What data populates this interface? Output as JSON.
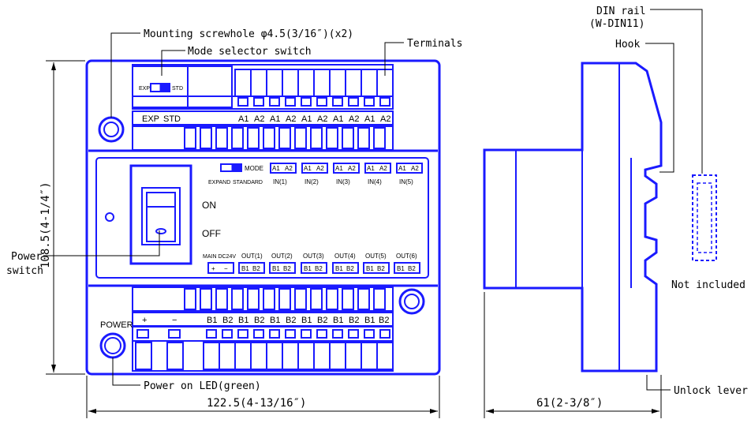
{
  "labels": {
    "mounting": "Mounting screwhole φ4.5(3/16″)(x2)",
    "mode_selector": "Mode selector switch",
    "terminals": "Terminals",
    "din_rail_1": "DIN rail",
    "din_rail_2": "(W-DIN11)",
    "hook": "Hook",
    "not_included": "Not included",
    "unlock_lever": "Unlock lever",
    "power_switch_1": "Power",
    "power_switch_2": "switch",
    "power_led": "Power on LED(green)"
  },
  "dimensions": {
    "width": "122.5(4-13/16″)",
    "height": "108.5(4-1/4″)",
    "depth": "61(2-3/8″)"
  },
  "device": {
    "switch_exp": "EXP",
    "switch_std": "STD",
    "top_exp": "EXP",
    "top_std": "STD",
    "top_terminals": [
      "A1",
      "A2",
      "A1",
      "A2",
      "A1",
      "A2",
      "A1",
      "A2",
      "A1",
      "A2"
    ],
    "mode": "MODE",
    "expand": "EXPAND",
    "standard": "STANDARD",
    "inputs": [
      "IN(1)",
      "IN(2)",
      "IN(3)",
      "IN(4)",
      "IN(5)"
    ],
    "in_pair": [
      "A1",
      "A2"
    ],
    "on": "ON",
    "off": "OFF",
    "main_dc24v": "MAIN DC24V",
    "outputs": [
      "OUT(1)",
      "OUT(2)",
      "OUT(3)",
      "OUT(4)",
      "OUT(5)",
      "OUT(6)"
    ],
    "out_pair": [
      "B1",
      "B2"
    ],
    "plus": "+",
    "minus": "−",
    "power": "POWER",
    "bottom_plus": "+",
    "bottom_minus": "−",
    "bottom_terminals": [
      "B1",
      "B2",
      "B1",
      "B2",
      "B1",
      "B2",
      "B1",
      "B2",
      "B1",
      "B2",
      "B1",
      "B2"
    ]
  },
  "colors": {
    "outline": "#1a1aff",
    "text": "#000000"
  }
}
